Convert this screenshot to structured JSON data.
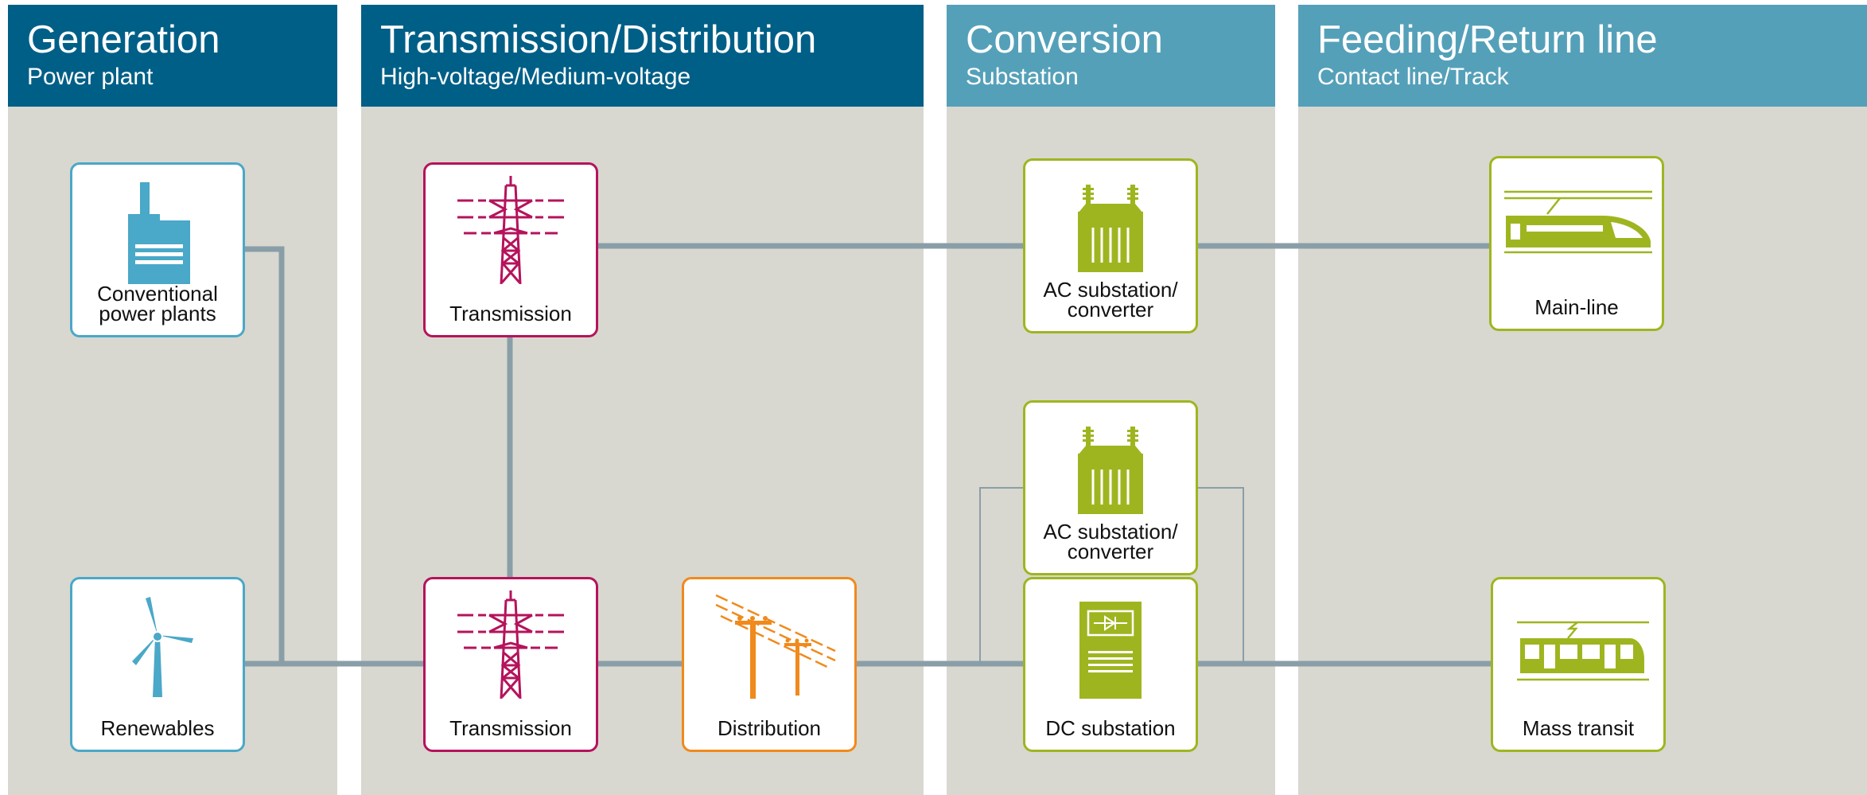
{
  "columns": [
    {
      "title": "Generation",
      "subtitle": "Power plant"
    },
    {
      "title": "Transmission/Distribution",
      "subtitle": "High-voltage/Medium-voltage"
    },
    {
      "title": "Conversion",
      "subtitle": "Substation"
    },
    {
      "title": "Feeding/Return line",
      "subtitle": "Contact line/Track"
    }
  ],
  "nodes": {
    "conventional": {
      "label": "Conventional\npower plants",
      "icon": "power-plant-icon"
    },
    "renewables": {
      "label": "Renewables",
      "icon": "wind-turbine-icon"
    },
    "transmission_top": {
      "label": "Transmission",
      "icon": "transmission-tower-icon"
    },
    "transmission_bottom": {
      "label": "Transmission",
      "icon": "transmission-tower-icon"
    },
    "distribution": {
      "label": "Distribution",
      "icon": "distribution-pole-icon"
    },
    "ac_substation_top": {
      "label": "AC substation/\nconverter",
      "icon": "transformer-icon"
    },
    "ac_substation_mid": {
      "label": "AC substation/\nconverter",
      "icon": "transformer-icon"
    },
    "dc_substation": {
      "label": "DC substation",
      "icon": "rectifier-cabinet-icon"
    },
    "main_line": {
      "label": "Main-line",
      "icon": "high-speed-train-icon"
    },
    "mass_transit": {
      "label": "Mass transit",
      "icon": "tram-icon"
    }
  },
  "colors": {
    "header_dark": "#005f87",
    "header_light": "#55a0b9",
    "column_background": "#d8d8d0",
    "wire": "#8a9ea8",
    "generation": "#4aa8c8",
    "transmission": "#b5135c",
    "distribution": "#f08a1c",
    "conversion_and_traction": "#9fb520"
  }
}
